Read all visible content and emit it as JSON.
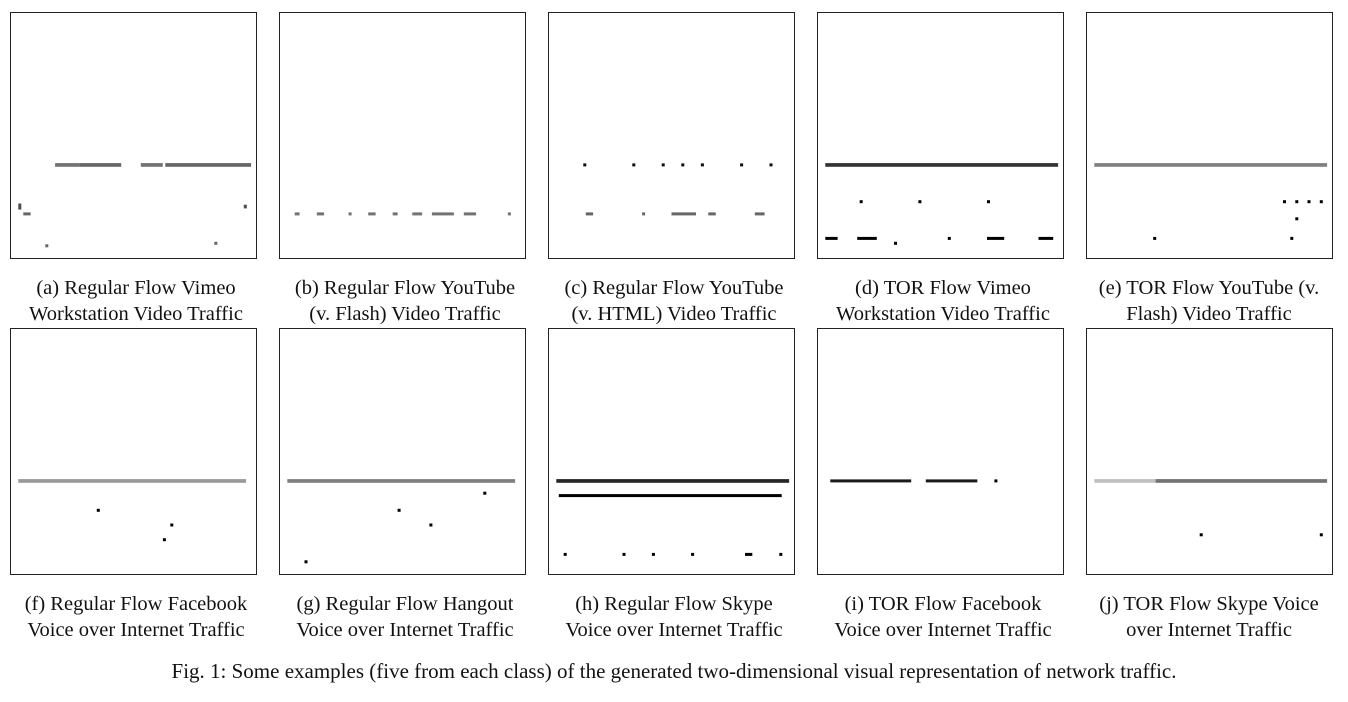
{
  "figure": {
    "caption": "Fig. 1:  Some examples (five from each class) of the generated two-dimensional visual representation of network traffic."
  },
  "panels": [
    {
      "id": "a",
      "caption_line1": "(a) Regular Flow Vimeo",
      "caption_line2": "Workstation Video Traffic",
      "marks": [
        [
          0.18,
          0.62,
          0.28,
          0.015,
          0.55
        ],
        [
          0.28,
          0.62,
          0.45,
          0.015,
          0.6
        ],
        [
          0.53,
          0.62,
          0.62,
          0.015,
          0.55
        ],
        [
          0.63,
          0.62,
          0.98,
          0.015,
          0.6
        ],
        [
          0.03,
          0.79,
          0.04,
          0.025,
          0.7
        ],
        [
          0.05,
          0.82,
          0.08,
          0.012,
          0.6
        ],
        [
          0.95,
          0.79,
          0.955,
          0.015,
          0.7
        ],
        [
          0.14,
          0.95,
          0.15,
          0.012,
          0.6
        ],
        [
          0.83,
          0.94,
          0.84,
          0.012,
          0.6
        ]
      ]
    },
    {
      "id": "b",
      "caption_line1": "(b) Regular Flow YouTube",
      "caption_line2": "(v. Flash) Video Traffic",
      "marks": [
        [
          0.06,
          0.82,
          0.08,
          0.012,
          0.55
        ],
        [
          0.15,
          0.82,
          0.18,
          0.012,
          0.55
        ],
        [
          0.28,
          0.82,
          0.29,
          0.012,
          0.55
        ],
        [
          0.36,
          0.82,
          0.39,
          0.012,
          0.55
        ],
        [
          0.46,
          0.82,
          0.48,
          0.012,
          0.55
        ],
        [
          0.54,
          0.82,
          0.58,
          0.012,
          0.55
        ],
        [
          0.62,
          0.82,
          0.71,
          0.012,
          0.55
        ],
        [
          0.75,
          0.82,
          0.8,
          0.012,
          0.55
        ],
        [
          0.93,
          0.82,
          0.94,
          0.012,
          0.55
        ]
      ]
    },
    {
      "id": "c",
      "caption_line1": "(c) Regular Flow YouTube",
      "caption_line2": "(v. HTML) Video Traffic",
      "marks": [
        [
          0.14,
          0.62,
          0.15,
          0.012,
          0.95
        ],
        [
          0.34,
          0.62,
          0.35,
          0.012,
          0.95
        ],
        [
          0.46,
          0.62,
          0.47,
          0.012,
          0.95
        ],
        [
          0.54,
          0.62,
          0.55,
          0.012,
          0.95
        ],
        [
          0.62,
          0.62,
          0.63,
          0.012,
          0.95
        ],
        [
          0.78,
          0.62,
          0.79,
          0.012,
          0.95
        ],
        [
          0.9,
          0.62,
          0.91,
          0.012,
          0.95
        ],
        [
          0.15,
          0.82,
          0.18,
          0.012,
          0.6
        ],
        [
          0.38,
          0.82,
          0.39,
          0.012,
          0.6
        ],
        [
          0.5,
          0.82,
          0.6,
          0.012,
          0.6
        ],
        [
          0.65,
          0.82,
          0.68,
          0.012,
          0.6
        ],
        [
          0.84,
          0.82,
          0.88,
          0.012,
          0.6
        ]
      ]
    },
    {
      "id": "d",
      "caption_line1": "(d) TOR Flow Vimeo",
      "caption_line2": "Workstation Video Traffic",
      "marks": [
        [
          0.03,
          0.62,
          0.98,
          0.015,
          0.8
        ],
        [
          0.17,
          0.77,
          0.18,
          0.012,
          1
        ],
        [
          0.41,
          0.77,
          0.42,
          0.012,
          1
        ],
        [
          0.69,
          0.77,
          0.7,
          0.012,
          1
        ],
        [
          0.03,
          0.92,
          0.08,
          0.012,
          1
        ],
        [
          0.16,
          0.92,
          0.24,
          0.012,
          1
        ],
        [
          0.31,
          0.94,
          0.32,
          0.012,
          1
        ],
        [
          0.53,
          0.92,
          0.54,
          0.012,
          1
        ],
        [
          0.69,
          0.92,
          0.76,
          0.012,
          1
        ],
        [
          0.9,
          0.92,
          0.96,
          0.012,
          1
        ]
      ]
    },
    {
      "id": "e",
      "caption_line1": "(e) TOR Flow YouTube (v.",
      "caption_line2": "Flash) Video Traffic",
      "marks": [
        [
          0.03,
          0.62,
          0.98,
          0.015,
          0.5
        ],
        [
          0.8,
          0.77,
          0.81,
          0.012,
          1
        ],
        [
          0.85,
          0.77,
          0.86,
          0.012,
          1
        ],
        [
          0.9,
          0.77,
          0.91,
          0.012,
          1
        ],
        [
          0.95,
          0.77,
          0.96,
          0.012,
          1
        ],
        [
          0.85,
          0.84,
          0.86,
          0.012,
          1
        ],
        [
          0.27,
          0.92,
          0.28,
          0.012,
          1
        ],
        [
          0.83,
          0.92,
          0.84,
          0.012,
          1
        ]
      ]
    },
    {
      "id": "f",
      "caption_line1": "(f) Regular Flow Facebook",
      "caption_line2": "Voice over Internet Traffic",
      "marks": [
        [
          0.03,
          0.62,
          0.96,
          0.015,
          0.4
        ],
        [
          0.35,
          0.74,
          0.36,
          0.012,
          1
        ],
        [
          0.65,
          0.8,
          0.66,
          0.012,
          1
        ],
        [
          0.62,
          0.86,
          0.63,
          0.012,
          1
        ]
      ]
    },
    {
      "id": "g",
      "caption_line1": "(g) Regular Flow Hangout",
      "caption_line2": "Voice over Internet Traffic",
      "marks": [
        [
          0.03,
          0.62,
          0.96,
          0.015,
          0.5
        ],
        [
          0.83,
          0.67,
          0.84,
          0.012,
          1
        ],
        [
          0.48,
          0.74,
          0.49,
          0.012,
          1
        ],
        [
          0.61,
          0.8,
          0.62,
          0.012,
          1
        ],
        [
          0.1,
          0.95,
          0.11,
          0.012,
          1
        ]
      ]
    },
    {
      "id": "h",
      "caption_line1": "(h) Regular Flow Skype",
      "caption_line2": "Voice over Internet Traffic",
      "marks": [
        [
          0.03,
          0.62,
          0.98,
          0.015,
          0.85
        ],
        [
          0.04,
          0.68,
          0.95,
          0.012,
          1
        ],
        [
          0.06,
          0.92,
          0.07,
          0.012,
          1
        ],
        [
          0.3,
          0.92,
          0.31,
          0.012,
          1
        ],
        [
          0.42,
          0.92,
          0.43,
          0.012,
          1
        ],
        [
          0.58,
          0.92,
          0.59,
          0.012,
          1
        ],
        [
          0.8,
          0.92,
          0.83,
          0.012,
          1
        ],
        [
          0.94,
          0.92,
          0.95,
          0.012,
          1
        ]
      ]
    },
    {
      "id": "i",
      "caption_line1": "(i) TOR Flow Facebook",
      "caption_line2": "Voice over Internet Traffic",
      "marks": [
        [
          0.05,
          0.62,
          0.38,
          0.012,
          0.9
        ],
        [
          0.44,
          0.62,
          0.65,
          0.012,
          0.9
        ],
        [
          0.72,
          0.62,
          0.73,
          0.012,
          1
        ]
      ]
    },
    {
      "id": "j",
      "caption_line1": "(j) TOR Flow Skype Voice",
      "caption_line2": "over Internet Traffic",
      "marks": [
        [
          0.03,
          0.62,
          0.28,
          0.015,
          0.25
        ],
        [
          0.28,
          0.62,
          0.98,
          0.015,
          0.55
        ],
        [
          0.46,
          0.84,
          0.47,
          0.012,
          1
        ],
        [
          0.95,
          0.84,
          0.96,
          0.012,
          1
        ]
      ]
    }
  ]
}
